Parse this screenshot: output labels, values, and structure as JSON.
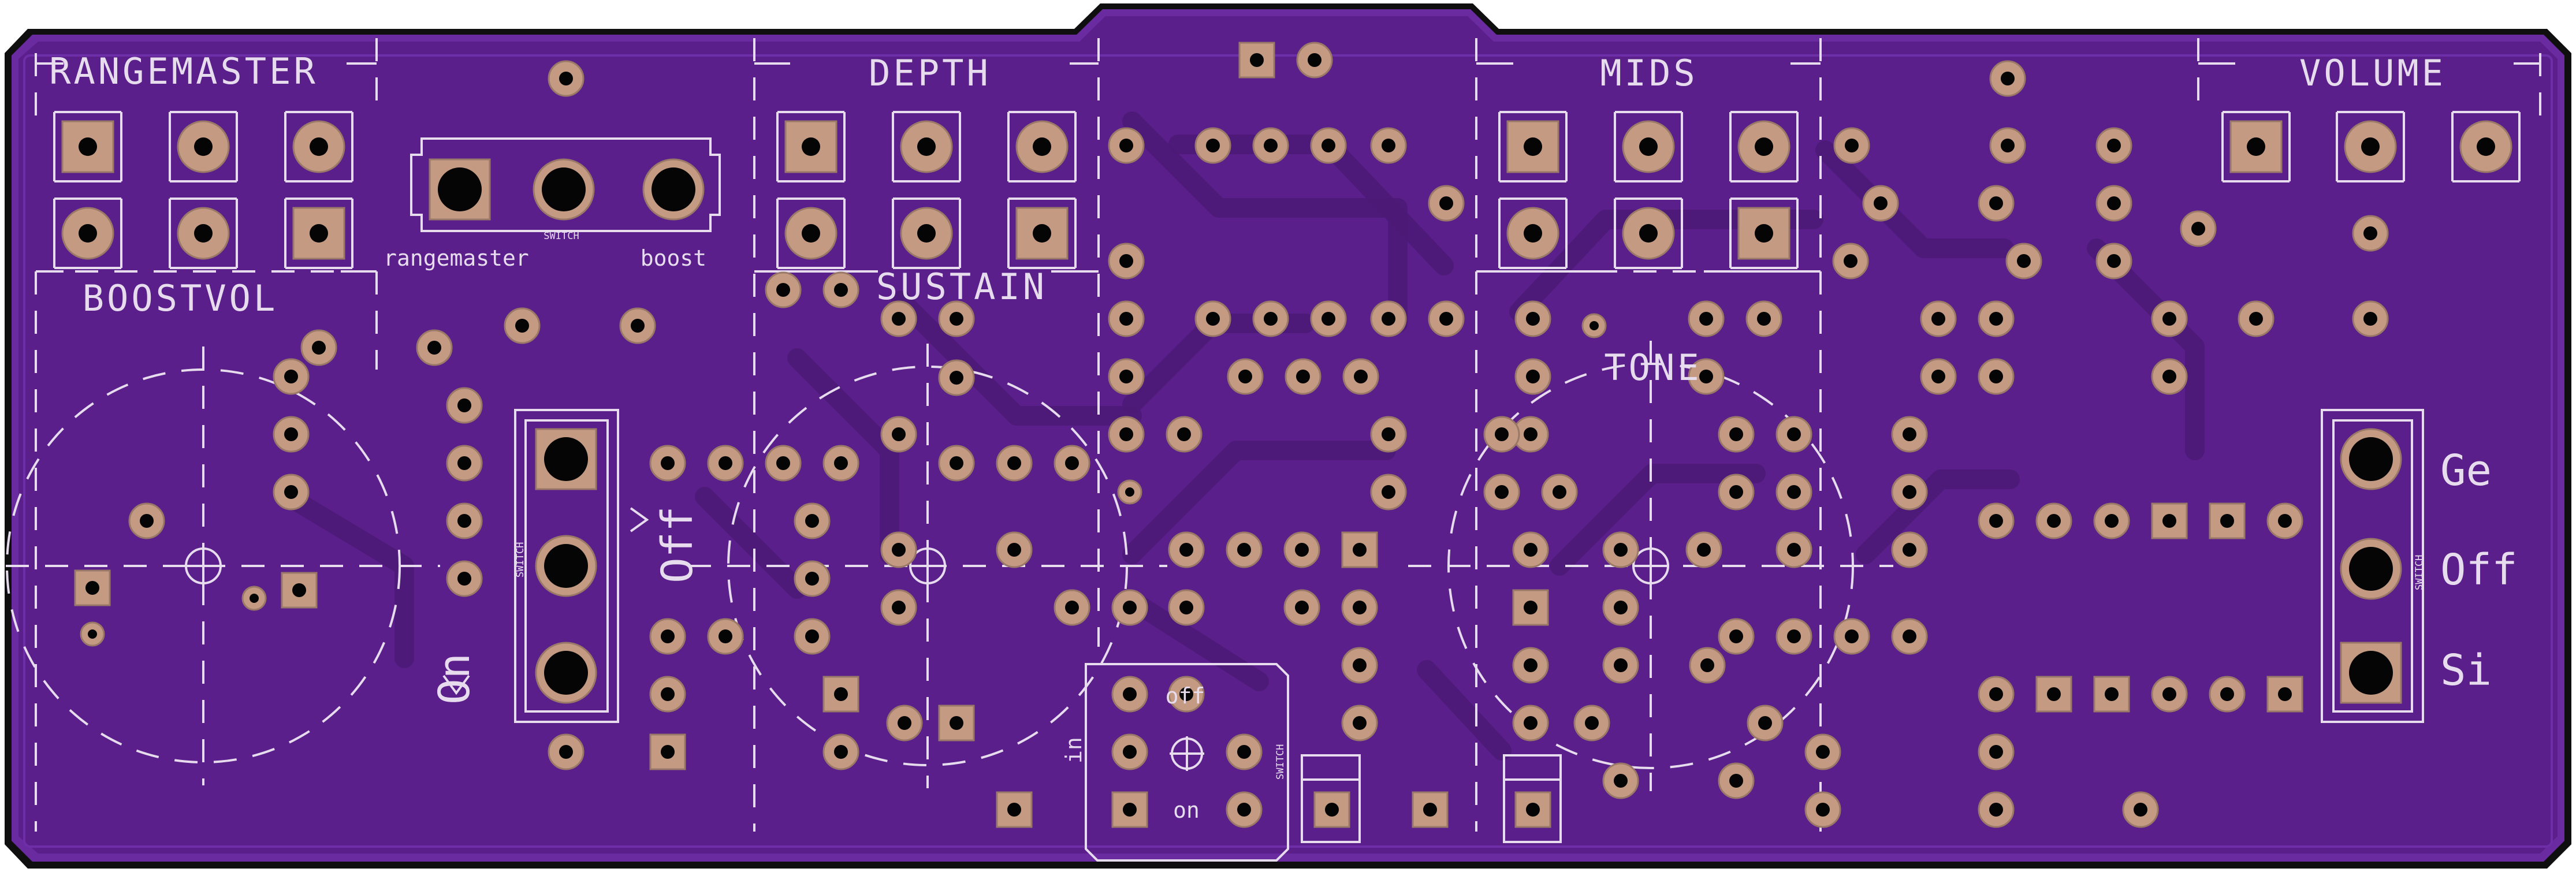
{
  "colors": {
    "board": "#5a1f8a",
    "board_edge": "#0f0f0f",
    "board_rim": "#6a2aa0",
    "copper": "#c49a82",
    "copper_ring": "#9a7868",
    "hole": "#050505",
    "silkscreen": "#e6dcee"
  },
  "pots": {
    "rangemaster": "RANGEMASTER",
    "depth": "DEPTH",
    "mids": "MIDS",
    "volume": "VOLUME",
    "boostvol": "BOOSTVOL",
    "sustain": "SUSTAIN",
    "tone": "TONE"
  },
  "switches": {
    "mode": {
      "left": "rangemaster",
      "right": "boost",
      "caption": "SWITCH"
    },
    "bypass": {
      "on": "On",
      "off": "Off",
      "caption": "SWITCH"
    },
    "footswitch": {
      "top": "off",
      "bottom": "on",
      "side": "in",
      "caption": "SWITCH"
    },
    "transistor": {
      "ge": "Ge",
      "off": "Off",
      "si": "Si",
      "caption": "SWITCH"
    }
  }
}
